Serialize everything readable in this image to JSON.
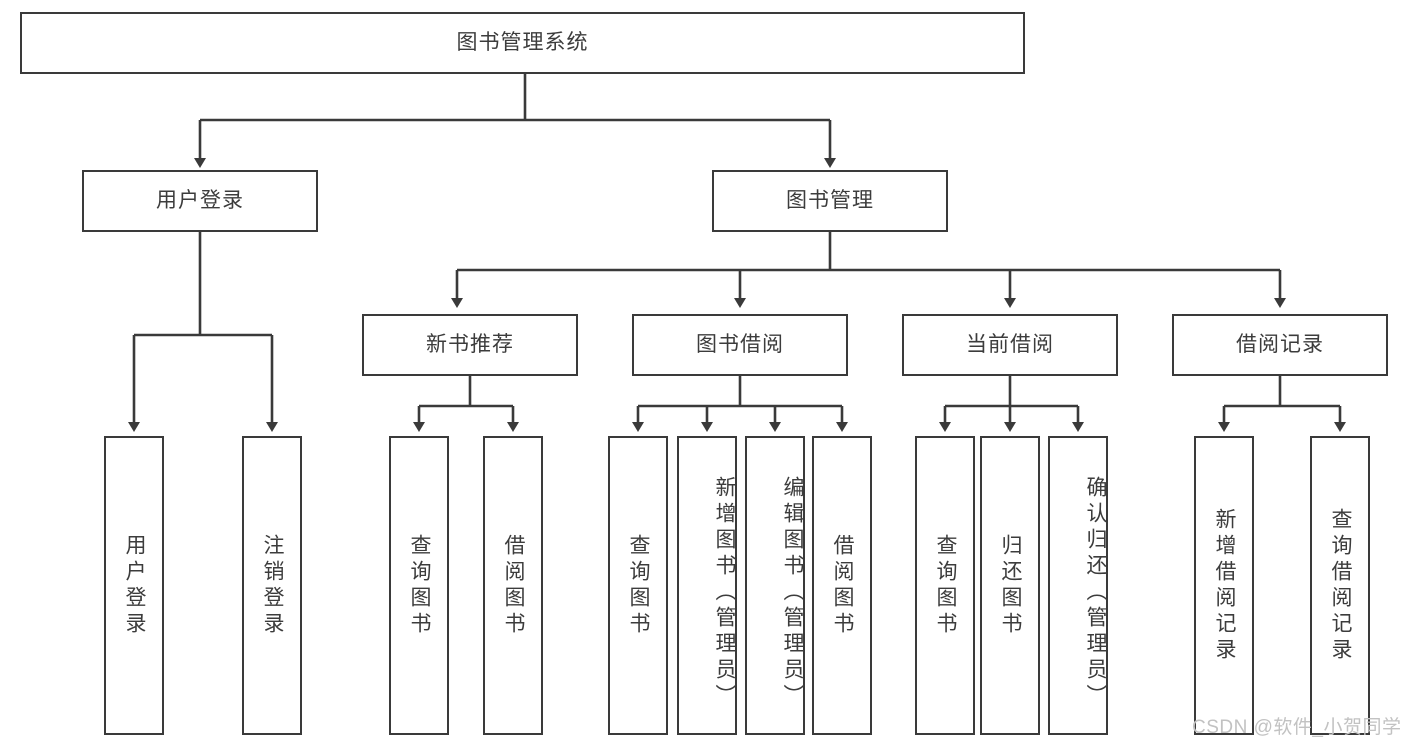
{
  "title": "图书管理系统 功能结构图",
  "colors": {
    "box_border": "#3a3a3a",
    "box_fill": "#ffffff",
    "text": "#3c3c3c",
    "edge": "#3a3a3a",
    "watermark": "#c2c2c2",
    "page_background": "#ffffff"
  },
  "watermark": {
    "text": "CSDN @软件_小贺同学"
  },
  "nodes": {
    "root": {
      "label": "图书管理系统"
    },
    "level1": [
      {
        "id": "user-login",
        "label": "用户登录"
      },
      {
        "id": "book-manage",
        "label": "图书管理"
      }
    ],
    "level2": [
      {
        "id": "new-book-recommend",
        "label": "新书推荐"
      },
      {
        "id": "book-borrow",
        "label": "图书借阅"
      },
      {
        "id": "current-borrow",
        "label": "当前借阅"
      },
      {
        "id": "borrow-record",
        "label": "借阅记录"
      }
    ],
    "leaves": {
      "user_login": [
        {
          "id": "leaf-user-login",
          "label": "用户登录"
        },
        {
          "id": "leaf-user-logout",
          "label": "注销登录"
        }
      ],
      "new_book_recommend": [
        {
          "id": "leaf-query-book-1",
          "label": "查询图书"
        },
        {
          "id": "leaf-borrow-book-1",
          "label": "借阅图书"
        }
      ],
      "book_borrow": [
        {
          "id": "leaf-query-book-2",
          "label": "查询图书"
        },
        {
          "id": "leaf-add-book",
          "label": "新增图书（管理员）"
        },
        {
          "id": "leaf-edit-book",
          "label": "编辑图书（管理员）"
        },
        {
          "id": "leaf-borrow-book-2",
          "label": "借阅图书"
        }
      ],
      "current_borrow": [
        {
          "id": "leaf-query-book-3",
          "label": "查询图书"
        },
        {
          "id": "leaf-return-book",
          "label": "归还图书"
        },
        {
          "id": "leaf-confirm-return",
          "label": "确认归还（管理员）"
        }
      ],
      "borrow_record": [
        {
          "id": "leaf-add-record",
          "label": "新增借阅记录"
        },
        {
          "id": "leaf-query-record",
          "label": "查询借阅记录"
        }
      ]
    }
  },
  "chart_data": {
    "type": "diagram",
    "subtype": "tree-hierarchy",
    "title": "图书管理系统",
    "orientation": "top-down",
    "edge_style": "orthogonal-with-arrowheads",
    "tree": {
      "label": "图书管理系统",
      "children": [
        {
          "label": "用户登录",
          "children": [
            {
              "label": "用户登录",
              "children": []
            },
            {
              "label": "注销登录",
              "children": []
            }
          ]
        },
        {
          "label": "图书管理",
          "children": [
            {
              "label": "新书推荐",
              "children": [
                {
                  "label": "查询图书",
                  "children": []
                },
                {
                  "label": "借阅图书",
                  "children": []
                }
              ]
            },
            {
              "label": "图书借阅",
              "children": [
                {
                  "label": "查询图书",
                  "children": []
                },
                {
                  "label": "新增图书（管理员）",
                  "children": []
                },
                {
                  "label": "编辑图书（管理员）",
                  "children": []
                },
                {
                  "label": "借阅图书",
                  "children": []
                }
              ]
            },
            {
              "label": "当前借阅",
              "children": [
                {
                  "label": "查询图书",
                  "children": []
                },
                {
                  "label": "归还图书",
                  "children": []
                },
                {
                  "label": "确认归还（管理员）",
                  "children": []
                }
              ]
            },
            {
              "label": "借阅记录",
              "children": [
                {
                  "label": "新增借阅记录",
                  "children": []
                },
                {
                  "label": "查询借阅记录",
                  "children": []
                }
              ]
            }
          ]
        }
      ]
    }
  }
}
